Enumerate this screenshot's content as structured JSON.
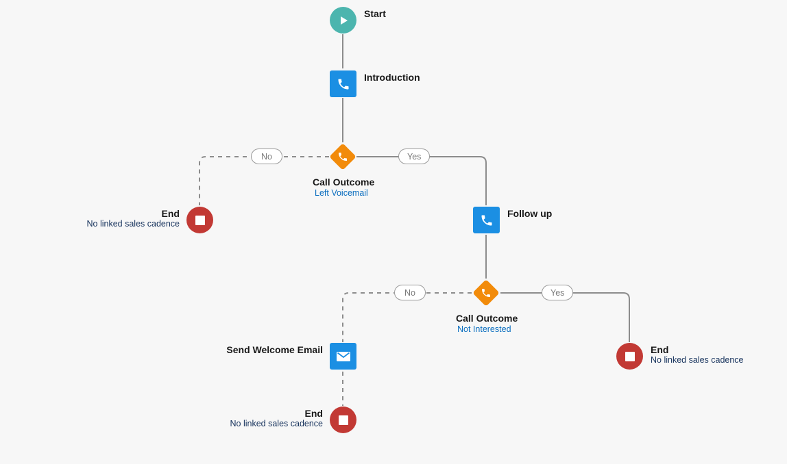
{
  "colors": {
    "start": "#4cb5ae",
    "step": "#1b8fe3",
    "decision": "#f28b0a",
    "end": "#c23934",
    "line": "#8c8c8c"
  },
  "nodes": {
    "start": {
      "title": "Start",
      "icon": "play-icon"
    },
    "introduction": {
      "title": "Introduction",
      "icon": "phone-icon"
    },
    "outcome1": {
      "title": "Call Outcome",
      "subtitle": "Left Voicemail",
      "icon": "phone-icon"
    },
    "end1": {
      "title": "End",
      "subtitle": "No linked sales cadence",
      "icon": "stop-icon"
    },
    "follow_up": {
      "title": "Follow up",
      "icon": "phone-icon"
    },
    "outcome2": {
      "title": "Call Outcome",
      "subtitle": "Not Interested",
      "icon": "phone-icon"
    },
    "send_email": {
      "title": "Send Welcome Email",
      "icon": "email-icon"
    },
    "end2": {
      "title": "End",
      "subtitle": "No linked sales cadence",
      "icon": "stop-icon"
    },
    "end3": {
      "title": "End",
      "subtitle": "No linked sales cadence",
      "icon": "stop-icon"
    }
  },
  "branches": {
    "outcome1_no": "No",
    "outcome1_yes": "Yes",
    "outcome2_no": "No",
    "outcome2_yes": "Yes"
  }
}
